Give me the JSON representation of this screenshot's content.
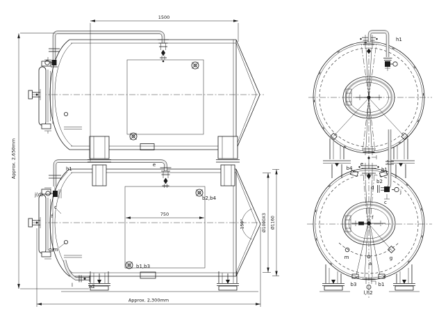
{
  "colors": {
    "line": "#1a1a1a",
    "pipe_fill": "#ececec",
    "jacket_gray": "#b0b0b0",
    "background": "#ffffff"
  },
  "dimensions": {
    "top_length": "1500",
    "overall_height": "Approx. 2,650mm",
    "overall_length": "Approx. 2,300mm",
    "plate_width": "750",
    "cone_angle": "150°",
    "vessel_diameter": "Ø1000X3",
    "outer_diameter": "Ø1160"
  },
  "side_view": {
    "labels": {
      "h1": "h1",
      "e": "e",
      "jd": "j(d)",
      "c": "c",
      "f": "f",
      "gm": "g/m",
      "l": "l",
      "h2": "h2",
      "b2b4": "b2,b4",
      "b1b3": "b1,b3"
    }
  },
  "end_view_top": {
    "labels": {
      "h1": "h1"
    }
  },
  "end_view_bottom": {
    "labels": {
      "b4": "b4",
      "e": "e",
      "h1": "h1",
      "b2": "b2",
      "d": "d",
      "j": "j",
      "c": "c",
      "f": "f",
      "m": "m",
      "g": "g",
      "a": "a",
      "b3": "b3",
      "b1": "b1",
      "lh2": "l,h2"
    }
  }
}
